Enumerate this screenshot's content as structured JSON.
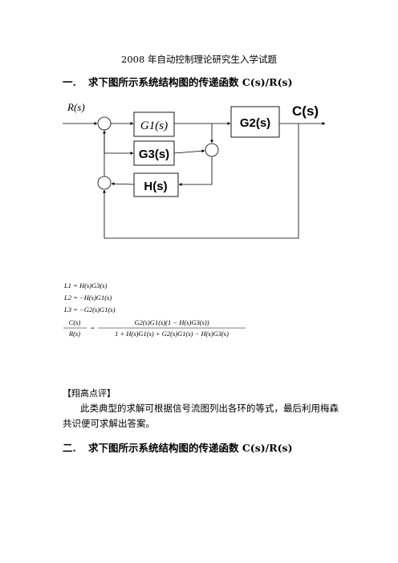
{
  "document": {
    "title": "2008 年自动控制理论研究生入学试题",
    "q1": {
      "number": "一.",
      "text": "求下图所示系统结构图的传递函数 C(s)/R(s)"
    },
    "diagram": {
      "input": "R(s)",
      "output": "C(s)",
      "g1": "G1(s)",
      "g2": "G2(s)",
      "g3": "G3(s)",
      "h": "H(s)"
    },
    "equations": {
      "l1": "L1 = H(s)G3(s)",
      "l2": "L2 = −H(s)G1(s)",
      "l3": "L3 = −G2(s)G1(s)",
      "tf_lhs_num": "C(s)",
      "tf_lhs_den": "R(s)",
      "tf_num": "G2(s)G1(s)(1 − H(s)G3(s))",
      "tf_den": "1 + H(s)G1(s) + G2(s)G1(s) − H(s)G3(s)"
    },
    "comment_heading": "【翔高点评】",
    "comment_text": "此类典型的求解可根据信号流图列出各环的等式，最后利用梅森共识便可求解出答案。",
    "q2": {
      "number": "二.",
      "text": "求下图所示系统结构图的传递函数 C(s)/R(s)"
    }
  }
}
